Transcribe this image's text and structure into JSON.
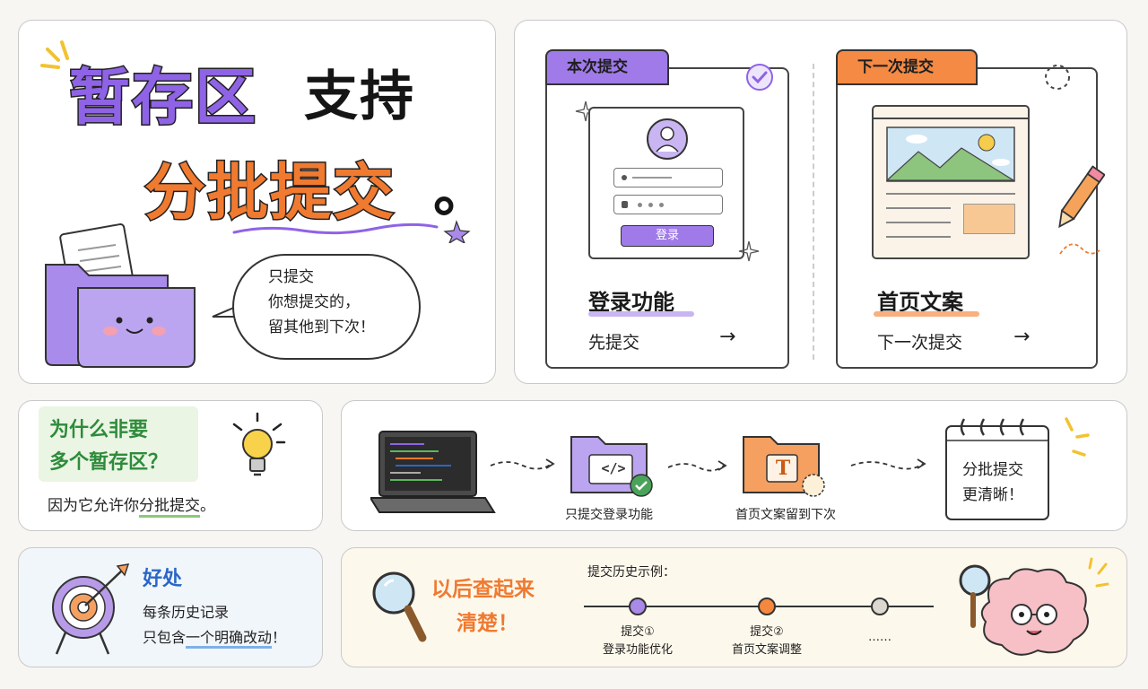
{
  "hero": {
    "line1_purple": "暂存区",
    "line1_black": "支持",
    "line2_orange": "分批提交",
    "line2_dot": "。",
    "speech": [
      "只提交",
      "你想提交的，",
      "留其他到下次！"
    ]
  },
  "commit_now": {
    "tag": "本次提交",
    "login_button": "登录",
    "title": "登录功能",
    "subtitle": "先提交",
    "arrow": "→"
  },
  "commit_next": {
    "tag": "下一次提交",
    "title": "首页文案",
    "subtitle": "下一次提交",
    "arrow": "→"
  },
  "why": {
    "question_line1": "为什么非要",
    "question_line2": "多个暂存区？",
    "answer_prefix": "因为它允许你",
    "answer_highlight": "分批提交",
    "answer_suffix": "。"
  },
  "flow": {
    "step1_caption": "只提交登录功能",
    "step2_caption": "首页文案留到下次",
    "folder_code": "</>",
    "folder_text": "T",
    "calendar_line1": "分批提交",
    "calendar_line2": "更清晰！"
  },
  "benefit": {
    "title": "好处",
    "line1": "每条历史记录",
    "line2_prefix": "只包含",
    "line2_highlight": "一个明确改动",
    "line2_suffix": "！"
  },
  "history": {
    "heading_line1": "以后查起来",
    "heading_line2": "清楚！",
    "example_title": "提交历史示例：",
    "commits": [
      {
        "name": "提交①",
        "desc": "登录功能优化"
      },
      {
        "name": "提交②",
        "desc": "首页文案调整"
      },
      {
        "name": "……",
        "desc": ""
      }
    ]
  },
  "colors": {
    "purple": "#7b4fd8",
    "orange": "#f07a30",
    "green": "#2e8b3a",
    "blue": "#2a66c8"
  }
}
